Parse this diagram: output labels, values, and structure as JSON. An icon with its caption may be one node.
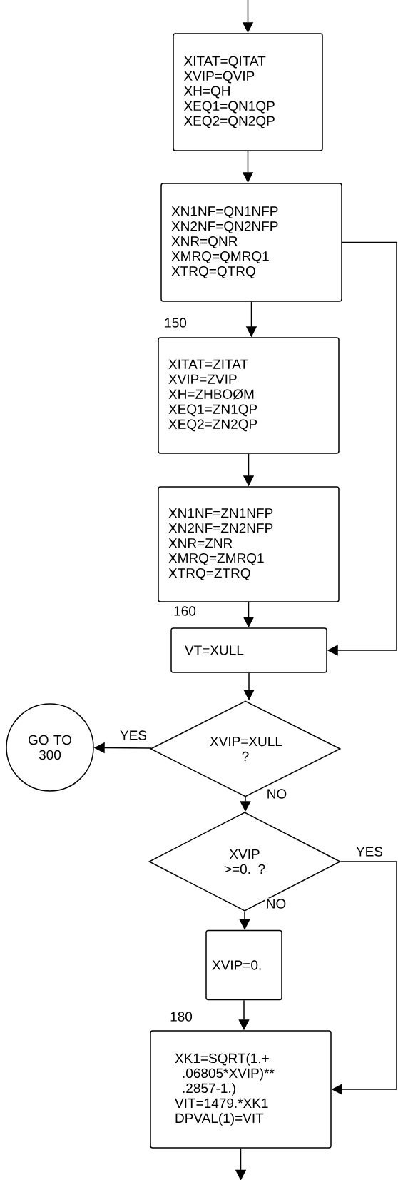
{
  "diagram": {
    "nodes": [
      {
        "text": [
          "XITAT=QITAT",
          "XVIP=QVIP",
          "XH=QH",
          "XEQ1=QN1QP",
          "XEQ2=QN2QP"
        ]
      },
      {
        "text": [
          "XN1NF=QN1NFP",
          "XN2NF=QN2NFP",
          "XNR=QNR",
          "XMRQ=QMRQ1",
          "XTRQ=QTRQ"
        ]
      },
      {
        "text": [
          "XITAT=ZITAT",
          "XVIP=ZVIP",
          "XH=ZHBOØM",
          "XEQ1=ZN1QP",
          "XEQ2=ZN2QP"
        ],
        "beside": [
          "150"
        ]
      },
      {
        "text": [
          "XN1NF=ZN1NFP",
          "XN2NF=ZN2NFP",
          "XNR=ZNR",
          "XMRQ=ZMRQ1",
          "XTRQ=ZTRQ"
        ]
      },
      {
        "text": [
          "VT=XULL"
        ]
      },
      {
        "text": [
          "XVIP=XULL ?"
        ]
      },
      {
        "text": [
          "GO TO 300"
        ]
      },
      {
        "text": [
          "XVIP >=0. ?"
        ]
      },
      {
        "text": [
          "XVIP=0."
        ]
      },
      {
        "text": [
          "XK1=SQRT(1.+ .06805*XVIP)** .2857-1.)",
          "VIT=1479.*XK1",
          "DPVAL(1)=VIT"
        ],
        "beside": [
          "180"
        ]
      }
    ],
    "edges": [
      {
        "from": null,
        "to": 0,
        "arrow": "to"
      },
      {
        "from": 0,
        "to": 1,
        "arrow": "to"
      },
      {
        "from": 1,
        "to": 2,
        "arrow": "to"
      },
      {
        "from": 2,
        "to": 3,
        "arrow": "to"
      },
      {
        "from": 3,
        "to": 4,
        "arrow": "to"
      },
      {
        "from": 1,
        "to": 4,
        "arrow": "to"
      },
      {
        "from": 4,
        "to": 5,
        "arrow": "to"
      },
      {
        "from": 5,
        "to": 6,
        "arrow": "to",
        "label": "YES"
      },
      {
        "from": 5,
        "to": 7,
        "arrow": "to",
        "label": "NO"
      },
      {
        "from": 7,
        "to": 9,
        "arrow": "to",
        "label": "YES"
      },
      {
        "from": 7,
        "to": 8,
        "arrow": "to",
        "label": "NO"
      },
      {
        "from": 8,
        "to": 9,
        "arrow": "to"
      },
      {
        "from": 9,
        "to": null,
        "arrow": "to"
      }
    ],
    "labels": [
      "160"
    ]
  }
}
